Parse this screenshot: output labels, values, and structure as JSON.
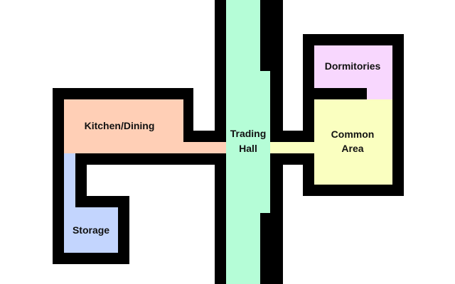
{
  "rooms": {
    "kitchen_dining": {
      "label": "Kitchen/Dining",
      "color": "#FFCFB6"
    },
    "storage": {
      "label": "Storage",
      "color": "#C3D5FE"
    },
    "trading_hall": {
      "label_line1": "Trading",
      "label_line2": "Hall",
      "color": "#B5FDD7"
    },
    "dormitories": {
      "label": "Dormitories",
      "color": "#F8D7FE"
    },
    "common_area": {
      "label_line1": "Common",
      "label_line2": "Area",
      "color": "#FAFFC0"
    }
  },
  "wall_color": "#000000"
}
